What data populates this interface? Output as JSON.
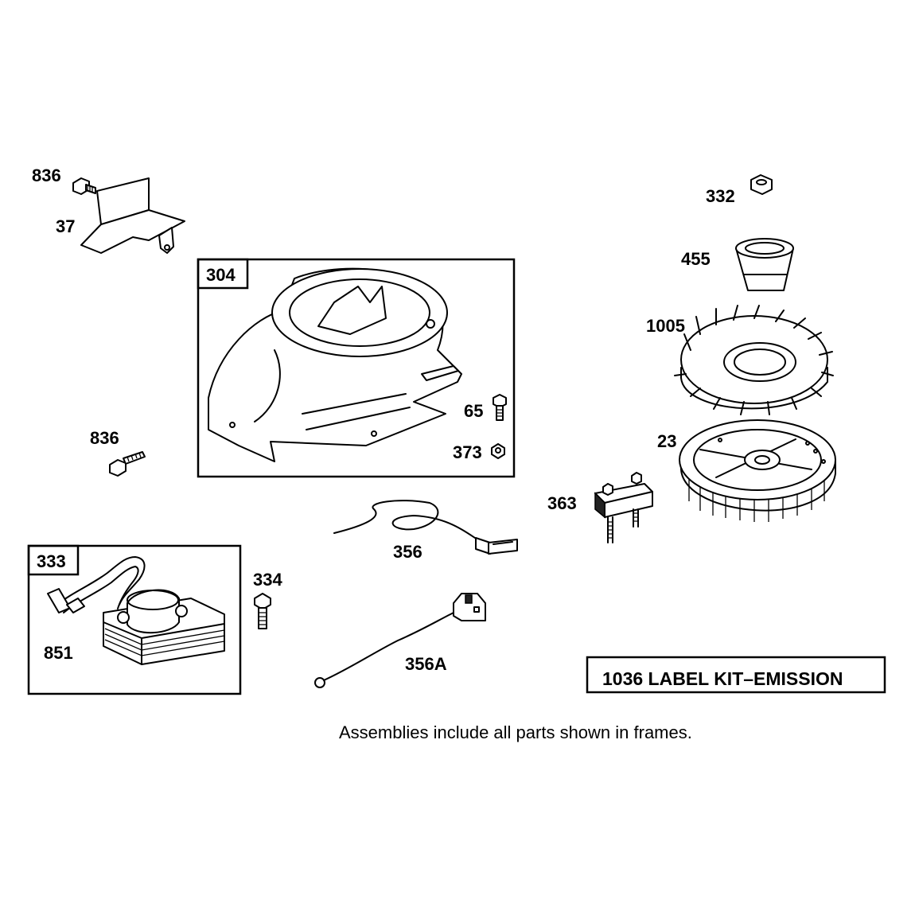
{
  "parts": {
    "p836a": "836",
    "p37": "37",
    "p304": "304",
    "p65": "65",
    "p373": "373",
    "p836b": "836",
    "p332": "332",
    "p455": "455",
    "p1005": "1005",
    "p23": "23",
    "p363": "363",
    "p356": "356",
    "p356A": "356A",
    "p333": "333",
    "p334": "334",
    "p851": "851"
  },
  "label_kit": "1036 LABEL KIT–EMISSION",
  "note": "Assemblies include all parts shown in frames."
}
